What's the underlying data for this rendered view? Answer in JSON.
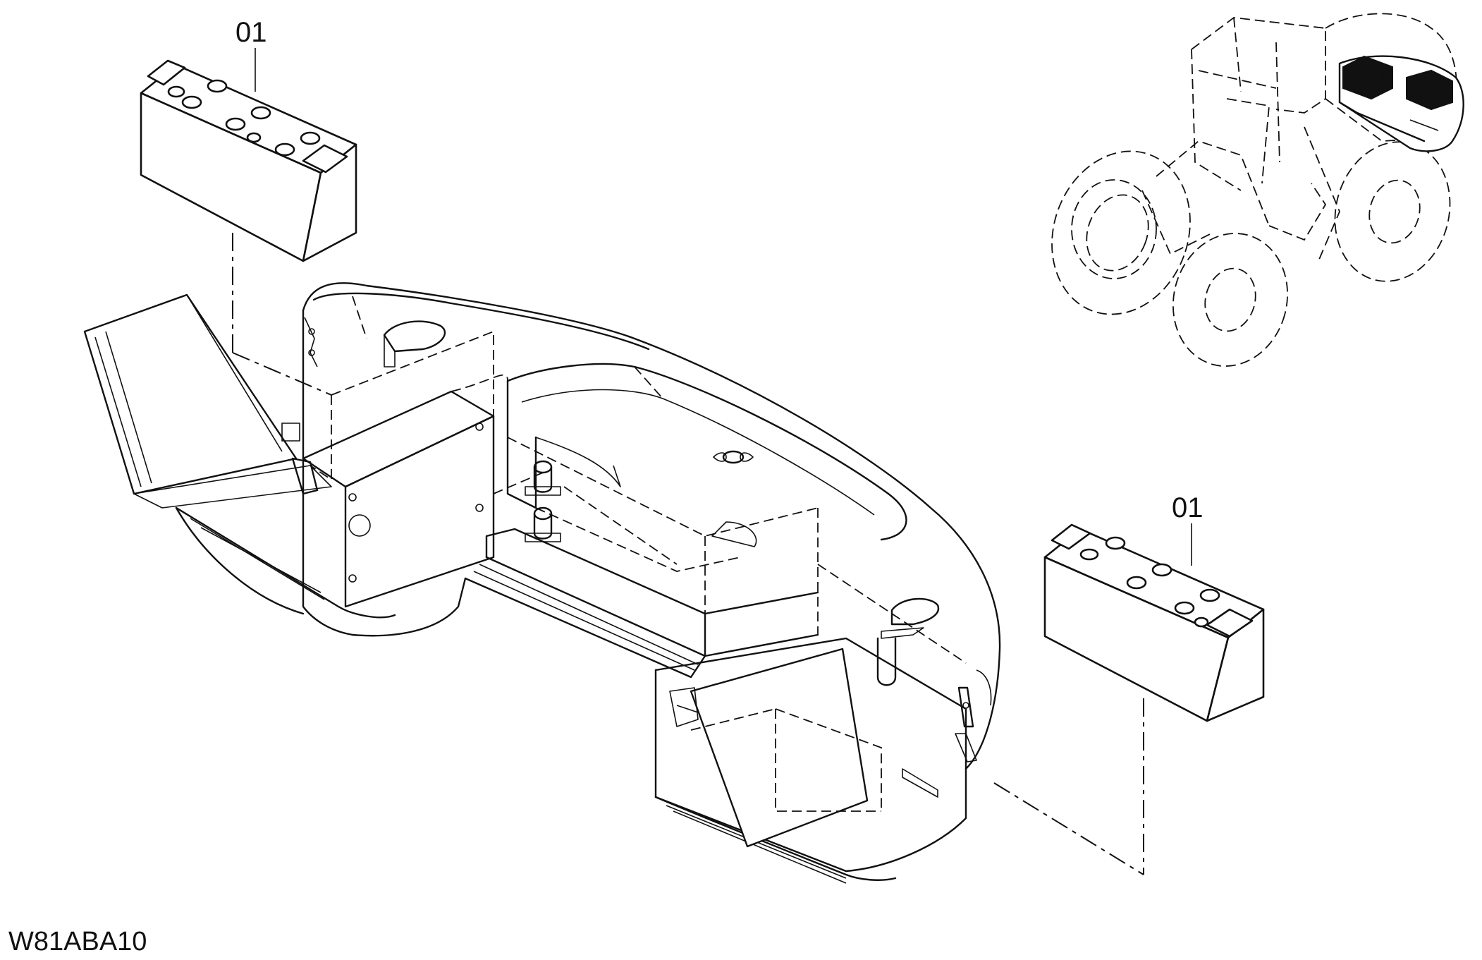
{
  "callouts": [
    {
      "id": "battery-left",
      "label": "01"
    },
    {
      "id": "battery-right",
      "label": "01"
    }
  ],
  "drawing_code": "W81ABA10"
}
